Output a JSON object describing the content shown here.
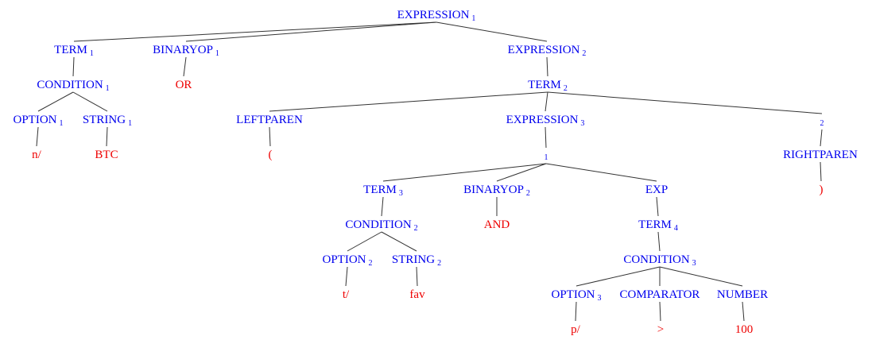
{
  "colors": {
    "nonterminal": "#0000ee",
    "terminal": "#ee0000",
    "edge": "#333333"
  },
  "tree": {
    "nodes": [
      {
        "id": "n1",
        "label": "EXPRESSION",
        "sub": "1",
        "kind": "nt"
      },
      {
        "id": "n2",
        "label": "TERM",
        "sub": "1",
        "kind": "nt"
      },
      {
        "id": "n3",
        "label": "BINARYOP",
        "sub": "1",
        "kind": "nt"
      },
      {
        "id": "n4",
        "label": "EXPRESSION",
        "sub": "2",
        "kind": "nt"
      },
      {
        "id": "n5",
        "label": "CONDITION",
        "sub": "1",
        "kind": "nt"
      },
      {
        "id": "n6",
        "label": "OR",
        "sub": "",
        "kind": "term"
      },
      {
        "id": "n7",
        "label": "TERM",
        "sub": "2",
        "kind": "nt"
      },
      {
        "id": "n8",
        "label": "OPTION",
        "sub": "1",
        "kind": "nt"
      },
      {
        "id": "n9",
        "label": "STRING",
        "sub": "1",
        "kind": "nt"
      },
      {
        "id": "n10",
        "label": "LEFTPAREN",
        "sub": "",
        "kind": "nt"
      },
      {
        "id": "n11",
        "label": "EXPRESSION",
        "sub": "3",
        "kind": "nt"
      },
      {
        "id": "n12",
        "label": "",
        "sub": "2",
        "kind": "nt"
      },
      {
        "id": "n13",
        "label": "n/",
        "sub": "",
        "kind": "term"
      },
      {
        "id": "n14",
        "label": "BTC",
        "sub": "",
        "kind": "term"
      },
      {
        "id": "n15",
        "label": "(",
        "sub": "",
        "kind": "term"
      },
      {
        "id": "n16",
        "label": "",
        "sub": "1",
        "kind": "nt"
      },
      {
        "id": "n17",
        "label": "RIGHTPAREN",
        "sub": "",
        "kind": "nt"
      },
      {
        "id": "n18",
        "label": "TERM",
        "sub": "3",
        "kind": "nt"
      },
      {
        "id": "n19",
        "label": "BINARYOP",
        "sub": "2",
        "kind": "nt"
      },
      {
        "id": "n20",
        "label": "EXP",
        "sub": "",
        "kind": "nt"
      },
      {
        "id": "n21",
        "label": ")",
        "sub": "",
        "kind": "term"
      },
      {
        "id": "n22",
        "label": "CONDITION",
        "sub": "2",
        "kind": "nt"
      },
      {
        "id": "n23",
        "label": "AND",
        "sub": "",
        "kind": "term"
      },
      {
        "id": "n24",
        "label": "TERM",
        "sub": "4",
        "kind": "nt"
      },
      {
        "id": "n25",
        "label": "OPTION",
        "sub": "2",
        "kind": "nt"
      },
      {
        "id": "n26",
        "label": "STRING",
        "sub": "2",
        "kind": "nt"
      },
      {
        "id": "n27",
        "label": "CONDITION",
        "sub": "3",
        "kind": "nt"
      },
      {
        "id": "n28",
        "label": "t/",
        "sub": "",
        "kind": "term"
      },
      {
        "id": "n29",
        "label": "fav",
        "sub": "",
        "kind": "term"
      },
      {
        "id": "n30",
        "label": "OPTION",
        "sub": "3",
        "kind": "nt"
      },
      {
        "id": "n31",
        "label": "COMPARATOR",
        "sub": "",
        "kind": "nt"
      },
      {
        "id": "n32",
        "label": "NUMBER",
        "sub": "",
        "kind": "nt"
      },
      {
        "id": "n33",
        "label": "p/",
        "sub": "",
        "kind": "term"
      },
      {
        "id": "n34",
        "label": ">",
        "sub": "",
        "kind": "term"
      },
      {
        "id": "n35",
        "label": "100",
        "sub": "",
        "kind": "term"
      }
    ],
    "edges": [
      [
        "n1",
        "n2"
      ],
      [
        "n1",
        "n3"
      ],
      [
        "n1",
        "n4"
      ],
      [
        "n2",
        "n5"
      ],
      [
        "n3",
        "n6"
      ],
      [
        "n4",
        "n7"
      ],
      [
        "n5",
        "n8"
      ],
      [
        "n5",
        "n9"
      ],
      [
        "n7",
        "n10"
      ],
      [
        "n7",
        "n11"
      ],
      [
        "n7",
        "n12"
      ],
      [
        "n8",
        "n13"
      ],
      [
        "n9",
        "n14"
      ],
      [
        "n10",
        "n15"
      ],
      [
        "n11",
        "n16"
      ],
      [
        "n12",
        "n17"
      ],
      [
        "n16",
        "n18"
      ],
      [
        "n16",
        "n19"
      ],
      [
        "n16",
        "n20"
      ],
      [
        "n17",
        "n21"
      ],
      [
        "n18",
        "n22"
      ],
      [
        "n19",
        "n23"
      ],
      [
        "n20",
        "n24"
      ],
      [
        "n22",
        "n25"
      ],
      [
        "n22",
        "n26"
      ],
      [
        "n24",
        "n27"
      ],
      [
        "n25",
        "n28"
      ],
      [
        "n26",
        "n29"
      ],
      [
        "n27",
        "n30"
      ],
      [
        "n27",
        "n31"
      ],
      [
        "n27",
        "n32"
      ],
      [
        "n30",
        "n33"
      ],
      [
        "n31",
        "n34"
      ],
      [
        "n32",
        "n35"
      ]
    ]
  }
}
